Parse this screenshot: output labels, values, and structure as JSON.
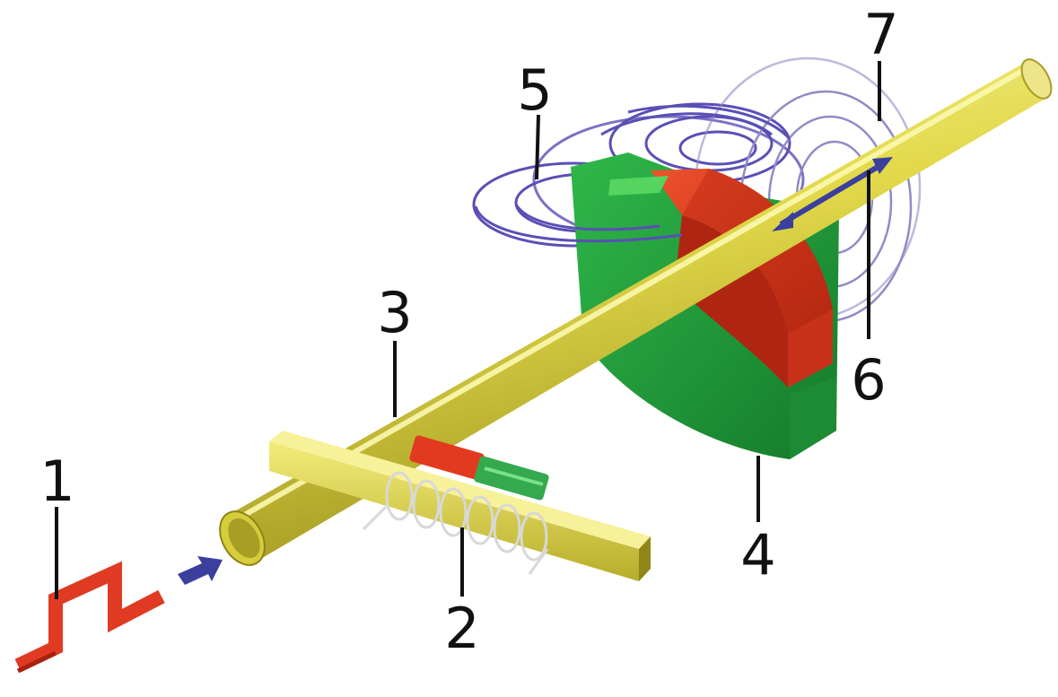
{
  "colors": {
    "background": "#ffffff",
    "tube": "#e2d94a",
    "tube_dark": "#9f9520",
    "tube_light": "#fbf8a8",
    "magnet_green": "#23a03c",
    "magnet_red": "#e23a1e",
    "field_lines": "#5a4fb5",
    "coil_wire": "#d8d8d8",
    "pulse": "#e03a23",
    "arrow": "#3b3f9e",
    "label": "#111111"
  },
  "labels": {
    "l1": "1",
    "l2": "2",
    "l3": "3",
    "l4": "4",
    "l5": "5",
    "l6": "6",
    "l7": "7"
  }
}
